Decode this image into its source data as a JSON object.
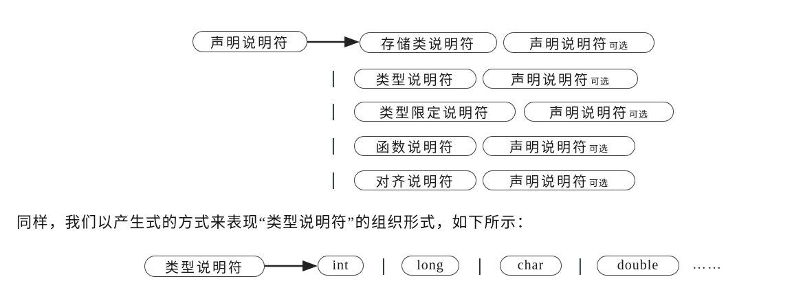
{
  "production1": {
    "lhs": "声明说明符",
    "separator": "|",
    "optional_suffix": "可选",
    "rows": [
      {
        "primary": "存储类说明符",
        "secondary": "声明说明符"
      },
      {
        "primary": "类型说明符",
        "secondary": "声明说明符"
      },
      {
        "primary": "类型限定说明符",
        "secondary": "声明说明符"
      },
      {
        "primary": "函数说明符",
        "secondary": "声明说明符"
      },
      {
        "primary": "对齐说明符",
        "secondary": "声明说明符"
      }
    ]
  },
  "paragraph": "同样，我们以产生式的方式来表现“类型说明符”的组织形式，如下所示：",
  "production2": {
    "lhs": "类型说明符",
    "separator": "|",
    "alternatives": [
      "int",
      "long",
      "char",
      "double"
    ],
    "ellipsis": "……"
  }
}
